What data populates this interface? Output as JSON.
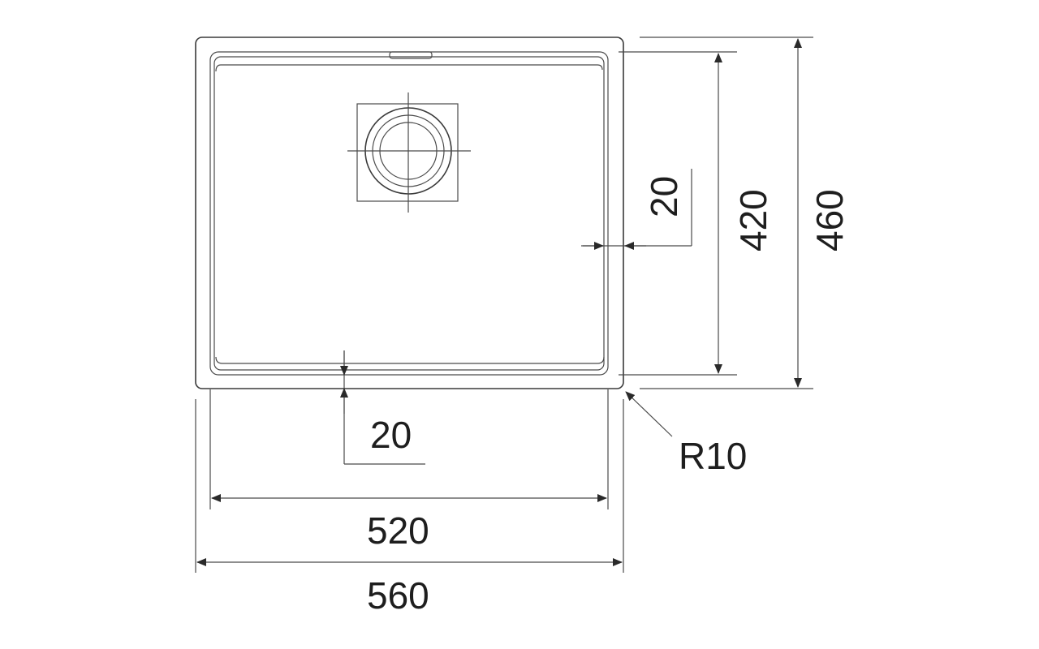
{
  "colors": {
    "line": "#3a3a3a",
    "text": "#1e1e1e",
    "background": "#ffffff"
  },
  "dimensions": {
    "inner_width": "520",
    "outer_width": "560",
    "inner_height": "420",
    "outer_height": "460",
    "side_offset": "20",
    "bottom_offset": "20",
    "corner_radius": "R10"
  }
}
